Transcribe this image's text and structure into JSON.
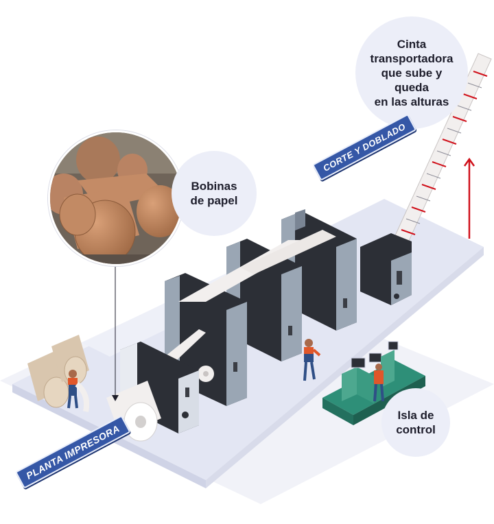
{
  "labels": {
    "cinta": [
      "Cinta",
      "transportadora",
      "que sube y",
      "queda",
      "en las alturas"
    ],
    "bobinas": [
      "Bobinas",
      "de papel"
    ],
    "isla": [
      "Isla de",
      "control"
    ],
    "corte": "CORTE Y DOBLADO",
    "planta": "PLANTA IMPRESORA"
  },
  "colors": {
    "floor": "#e3e6f3",
    "floor_edge": "#cfd3e6",
    "tag_bg": "#3557a6",
    "arrow": "#d0101a",
    "machine_grey": "#9aa6b4",
    "machine_dark": "#2c2f36",
    "paper": "#f2efee",
    "control_green": "#2e8f78",
    "worker_shirt": "#e0572a",
    "worker_pants": "#2f4f86",
    "roll_kraft": "#c98f67"
  },
  "icons": {
    "arrow": "arrow-up-icon",
    "photo": "paper-rolls-photo"
  }
}
